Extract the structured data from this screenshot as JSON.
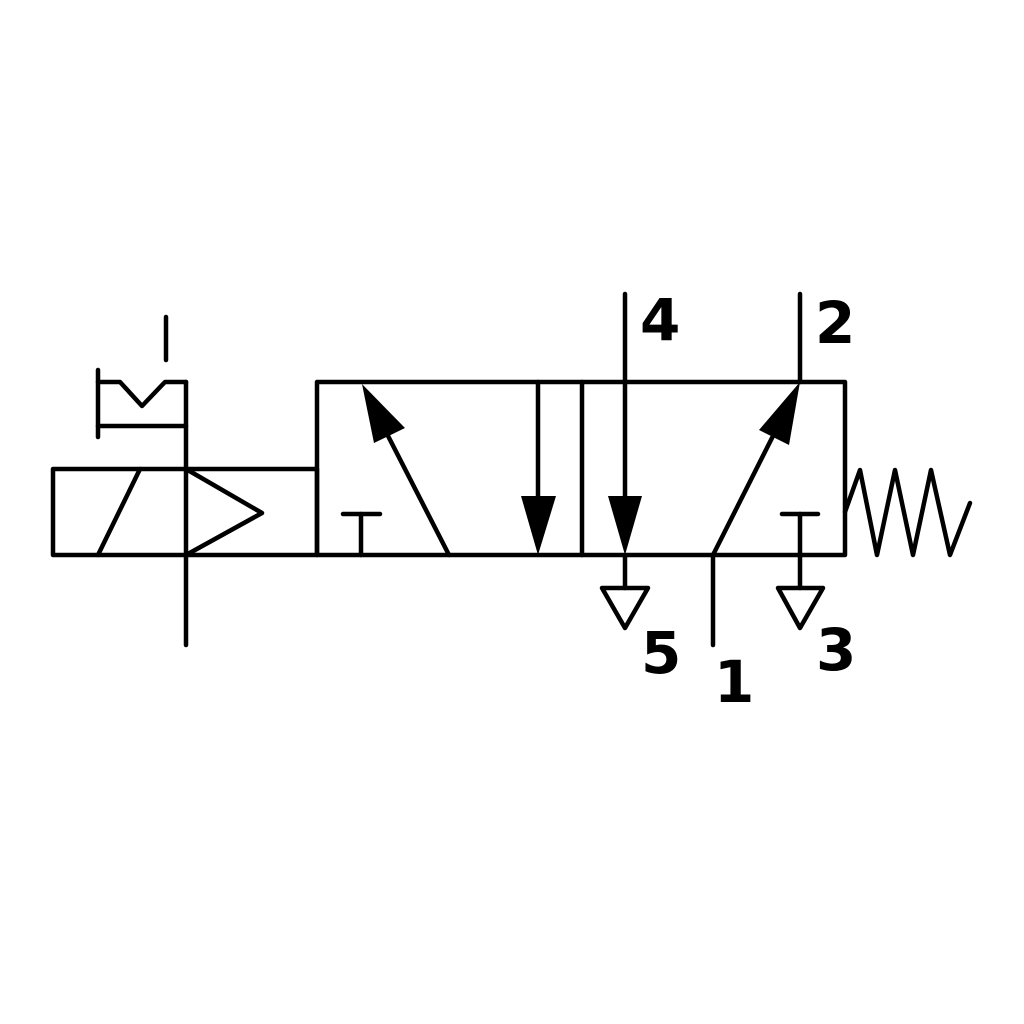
{
  "diagram": {
    "type": "pneumatic-valve-symbol",
    "description": "5/2-way solenoid valve, single solenoid with manual override, spring return",
    "ports": {
      "p4": "4",
      "p2": "2",
      "p5": "5",
      "p1": "1",
      "p3": "3"
    },
    "colors": {
      "line": "#000000",
      "background": "#ffffff"
    }
  }
}
